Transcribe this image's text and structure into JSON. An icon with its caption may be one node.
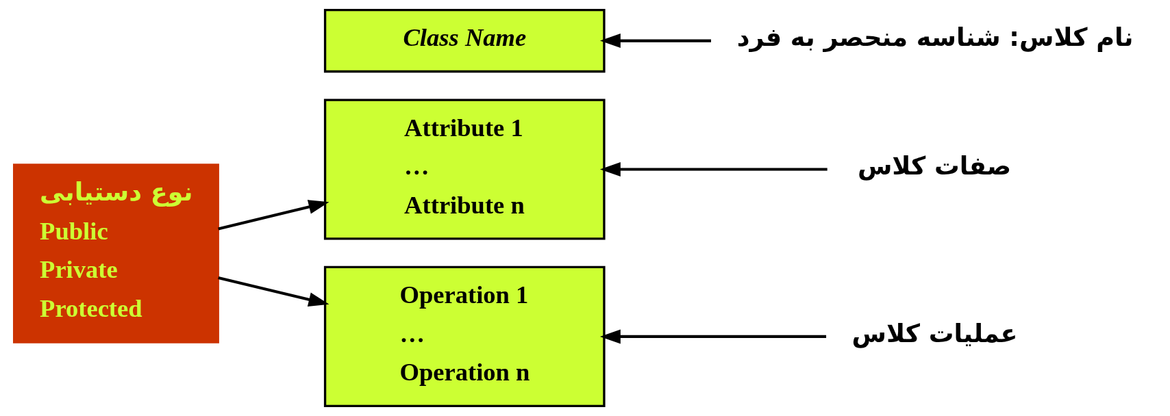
{
  "diagram": {
    "nodes": [
      {
        "text": [
          "نوع دستیابی",
          "Public",
          "Private",
          "Protected"
        ]
      },
      {
        "text": [
          "Class Name"
        ]
      },
      {
        "text": [
          "Attribute 1",
          "…",
          "Attribute n"
        ]
      },
      {
        "text": [
          "Operation 1",
          "…",
          "Operation n"
        ]
      },
      {
        "text": [
          "نام کلاس: شناسه منحصر به فرد"
        ]
      },
      {
        "text": [
          "صفات کلاس"
        ]
      },
      {
        "text": [
          "عملیات کلاس"
        ]
      }
    ],
    "edges": [
      {
        "from": 4,
        "to": 1,
        "arrow": "to"
      },
      {
        "from": 5,
        "to": 2,
        "arrow": "to"
      },
      {
        "from": 6,
        "to": 3,
        "arrow": "to"
      },
      {
        "from": 0,
        "to": 2,
        "arrow": "to"
      },
      {
        "from": 0,
        "to": 3,
        "arrow": "to"
      }
    ]
  }
}
